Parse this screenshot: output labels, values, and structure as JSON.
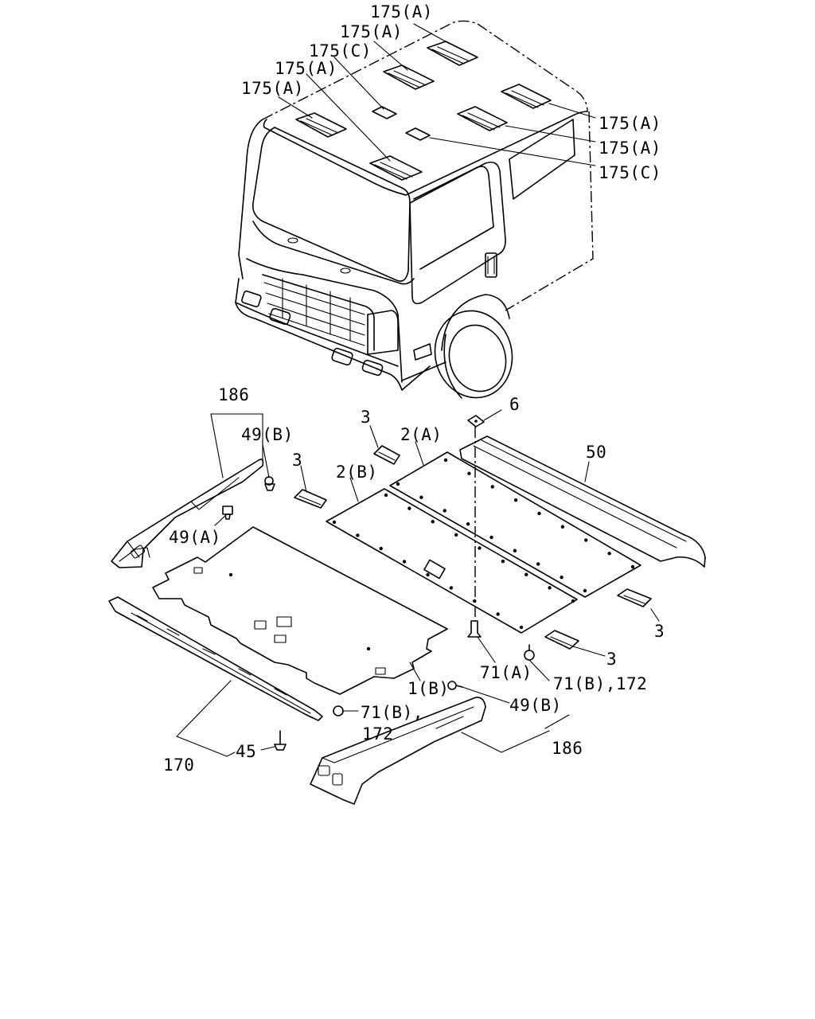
{
  "callouts": {
    "c175a_top": "175(A)",
    "c175a_2": "175(A)",
    "c175c_1": "175(C)",
    "c175a_3": "175(A)",
    "c175a_4": "175(A)",
    "c175a_r1": "175(A)",
    "c175a_r2": "175(A)",
    "c175c_r": "175(C)",
    "c186_left": "186",
    "c49b_left": "49(B)",
    "c49a": "49(A)",
    "c3_a": "3",
    "c3_b": "3",
    "c2a": "2(A)",
    "c2b": "2(B)",
    "c6": "6",
    "c50": "50",
    "c3_c": "3",
    "c3_d": "3",
    "c71a": "71(A)",
    "c71b172_right": "71(B),172",
    "c1b": "1(B)",
    "c49b_right": "49(B)",
    "c71b_left": "71(B),",
    "c172_left": "172",
    "c186_right": "186",
    "c45": "45",
    "c170": "170"
  }
}
